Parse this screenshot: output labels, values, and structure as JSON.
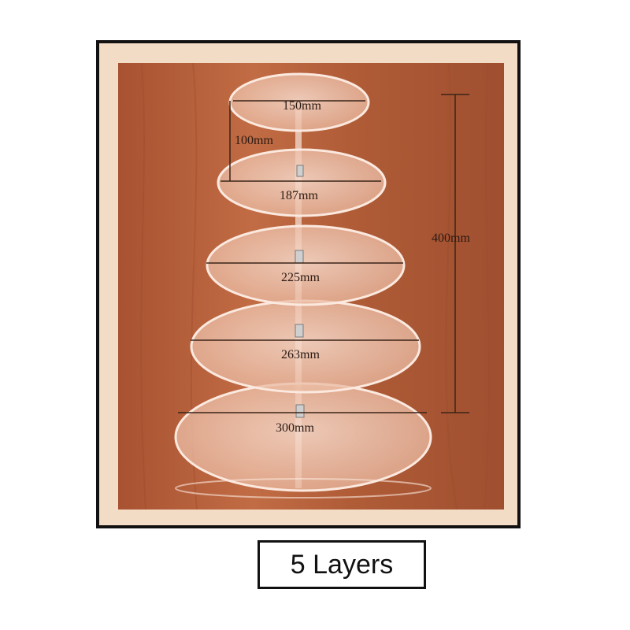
{
  "product": {
    "caption": "5 Layers",
    "tiers": [
      {
        "label": "150mm"
      },
      {
        "label": "187mm"
      },
      {
        "label": "225mm"
      },
      {
        "label": "263mm"
      },
      {
        "label": "300mm"
      }
    ],
    "spacing_label": "100mm",
    "height_label": "400mm"
  },
  "colors": {
    "wood": "#b3603a",
    "acrylic": "#f4d2c2",
    "frame": "#111111"
  }
}
